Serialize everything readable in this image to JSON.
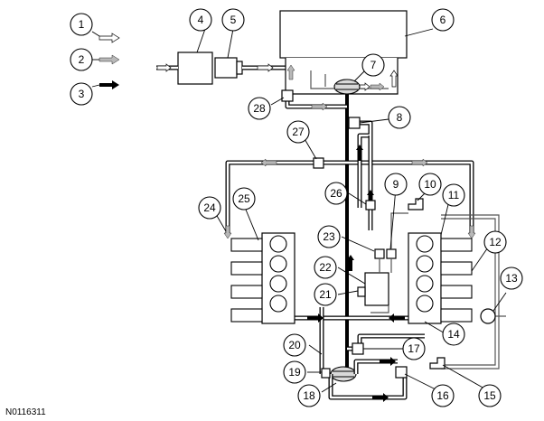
{
  "callouts": [
    "1",
    "2",
    "3",
    "4",
    "5",
    "6",
    "7",
    "8",
    "9",
    "10",
    "11",
    "12",
    "13",
    "14",
    "15",
    "16",
    "17",
    "18",
    "19",
    "20",
    "21",
    "22",
    "23",
    "24",
    "25",
    "26",
    "27",
    "28"
  ],
  "reference_code": "N0116311",
  "colors": {
    "line": "#000000",
    "grey_arrow": "#b8b8b8",
    "white_arrow": "#ffffff",
    "black_arrow": "#000000"
  }
}
